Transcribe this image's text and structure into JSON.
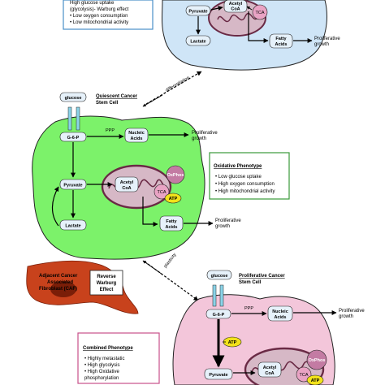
{
  "top_left_box": {
    "lines": [
      "High glucose uptake",
      "(glycolysis)- Warburg effect",
      "• Low oxygen consumption",
      "• Low mitochondrial activity"
    ]
  },
  "top_cell": {
    "pyruvate": "Pyruvate",
    "lactate": "Lactate",
    "acetyl": [
      "Acetyl",
      "CoA"
    ],
    "tca": "TCA",
    "fatty": [
      "Fatty",
      "Acids"
    ],
    "proliferative": [
      "Proliferative",
      "growth"
    ]
  },
  "differentiation_label": "differentiation",
  "quiescent": {
    "title": [
      "Quiescent Cancer",
      "Stem Cell"
    ],
    "glucose": "glucose",
    "g6p": "G-6-P",
    "ppp": "PPP",
    "nucleic": [
      "Nucleic",
      "Acids"
    ],
    "pyruvate": "Pyruvate",
    "lactate": "Lactate",
    "acetyl": [
      "Acetyl",
      "CoA"
    ],
    "oxphos": "OxPhos",
    "tca": "TCA",
    "atp": "ATP",
    "fatty": [
      "Fatty",
      "Acids"
    ],
    "proliferative_1": [
      "Proliferative",
      "growth"
    ],
    "proliferative_2": [
      "Proliferative",
      "growth"
    ]
  },
  "oxidative_box": {
    "title": "Oxidative Phenotype",
    "items": [
      "• Low glucose uptake",
      "• High oxygen consumption",
      "• High mitochondrial activity"
    ]
  },
  "caf": {
    "label": [
      "Adjacent Cancer",
      "Associated",
      "Fibroblast (CAF)"
    ],
    "reverse": [
      "Reverse",
      "Warburg",
      "Effect"
    ]
  },
  "plasticity_label": "plasticity",
  "proliferative_cell": {
    "title": [
      "Proliferative Cancer",
      "Stem Cell"
    ],
    "glucose": "glucose",
    "g6p": "G-6-P",
    "ppp": "PPP",
    "nucleic": [
      "Nucleic",
      "Acids"
    ],
    "atp_1": "ATP",
    "pyruvate": "Pyruvate",
    "acetyl": [
      "Acetyl",
      "CoA"
    ],
    "oxphos": "OxPhos",
    "tca": "TCA",
    "atp_2": "ATP",
    "proliferative": [
      "Proliferative",
      "growth"
    ]
  },
  "combined_box": {
    "title": "Combined Phenotype",
    "items": [
      "• Highly metastatic",
      "• High glycolysis",
      "• High Oxidative",
      "  phosphorylation"
    ]
  },
  "colors": {
    "green_cell": "#7CF26A",
    "pink_cell": "#F3C6DA",
    "blue_cell": "#CFE5F7",
    "mito_fill": "#D6B8C6",
    "mito_stroke": "#6A2A45",
    "box_border_green": "#3A9A3A",
    "box_border_blue": "#4A8FC7",
    "caf_red": "#C8421C",
    "tca_pink": "#E9A3C4",
    "atp_yellow": "#F2E21A",
    "glucose_box": "#E6F1FA"
  }
}
